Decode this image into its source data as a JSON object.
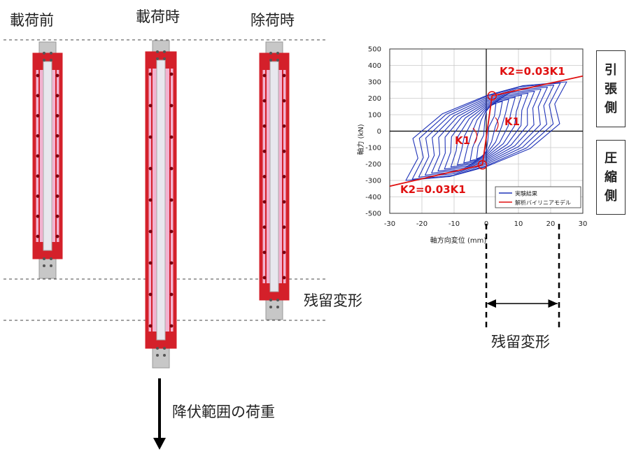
{
  "stages": {
    "before": "載荷前",
    "loading": "載荷時",
    "unloading": "除荷時"
  },
  "residual_label_left": "残留変形",
  "residual_label_right": "残留変形",
  "load_label": "降伏範囲の荷重",
  "side_boxes": {
    "tension": [
      "引",
      "張",
      "側"
    ],
    "compression": [
      "圧",
      "縮",
      "側"
    ]
  },
  "colors": {
    "experiment": "#1f33b8",
    "model": "#e01010",
    "brace_frame": "#d4202a",
    "brace_web": "#f2b3d0",
    "core": "#c7c7c7"
  },
  "chart_data": {
    "type": "line",
    "xlabel": "軸方向変位 (mm)",
    "ylabel": "軸力 (kN)",
    "xlim": [
      -30,
      30
    ],
    "ylim": [
      -500,
      500
    ],
    "xticks": [
      -30,
      -20,
      -10,
      0,
      10,
      20,
      30
    ],
    "yticks": [
      500,
      400,
      300,
      200,
      100,
      0,
      -100,
      -200,
      -300,
      -400,
      -500
    ],
    "grid": true,
    "legend": {
      "position": "bottom-right",
      "entries": [
        "実験結果",
        "解析バイリニアモデル"
      ]
    },
    "annotations": [
      "K2=0.03K1",
      "K1",
      "K1",
      "K2=0.03K1"
    ],
    "series": [
      {
        "name": "実験結果",
        "cycle_amplitudes_mm": [
          3,
          5,
          7,
          9,
          11,
          13,
          15,
          17,
          19,
          21,
          23,
          25
        ],
        "points": [
          [
            -25,
            -300
          ],
          [
            -25,
            0
          ],
          [
            0,
            230
          ],
          [
            25,
            300
          ],
          [
            25,
            0
          ],
          [
            0,
            -230
          ],
          [
            -25,
            -300
          ]
        ]
      },
      {
        "name": "解析バイリニアモデル",
        "points": [
          [
            -30,
            -335
          ],
          [
            -1.2,
            -205
          ],
          [
            1.8,
            215
          ],
          [
            30,
            335
          ]
        ]
      }
    ]
  }
}
